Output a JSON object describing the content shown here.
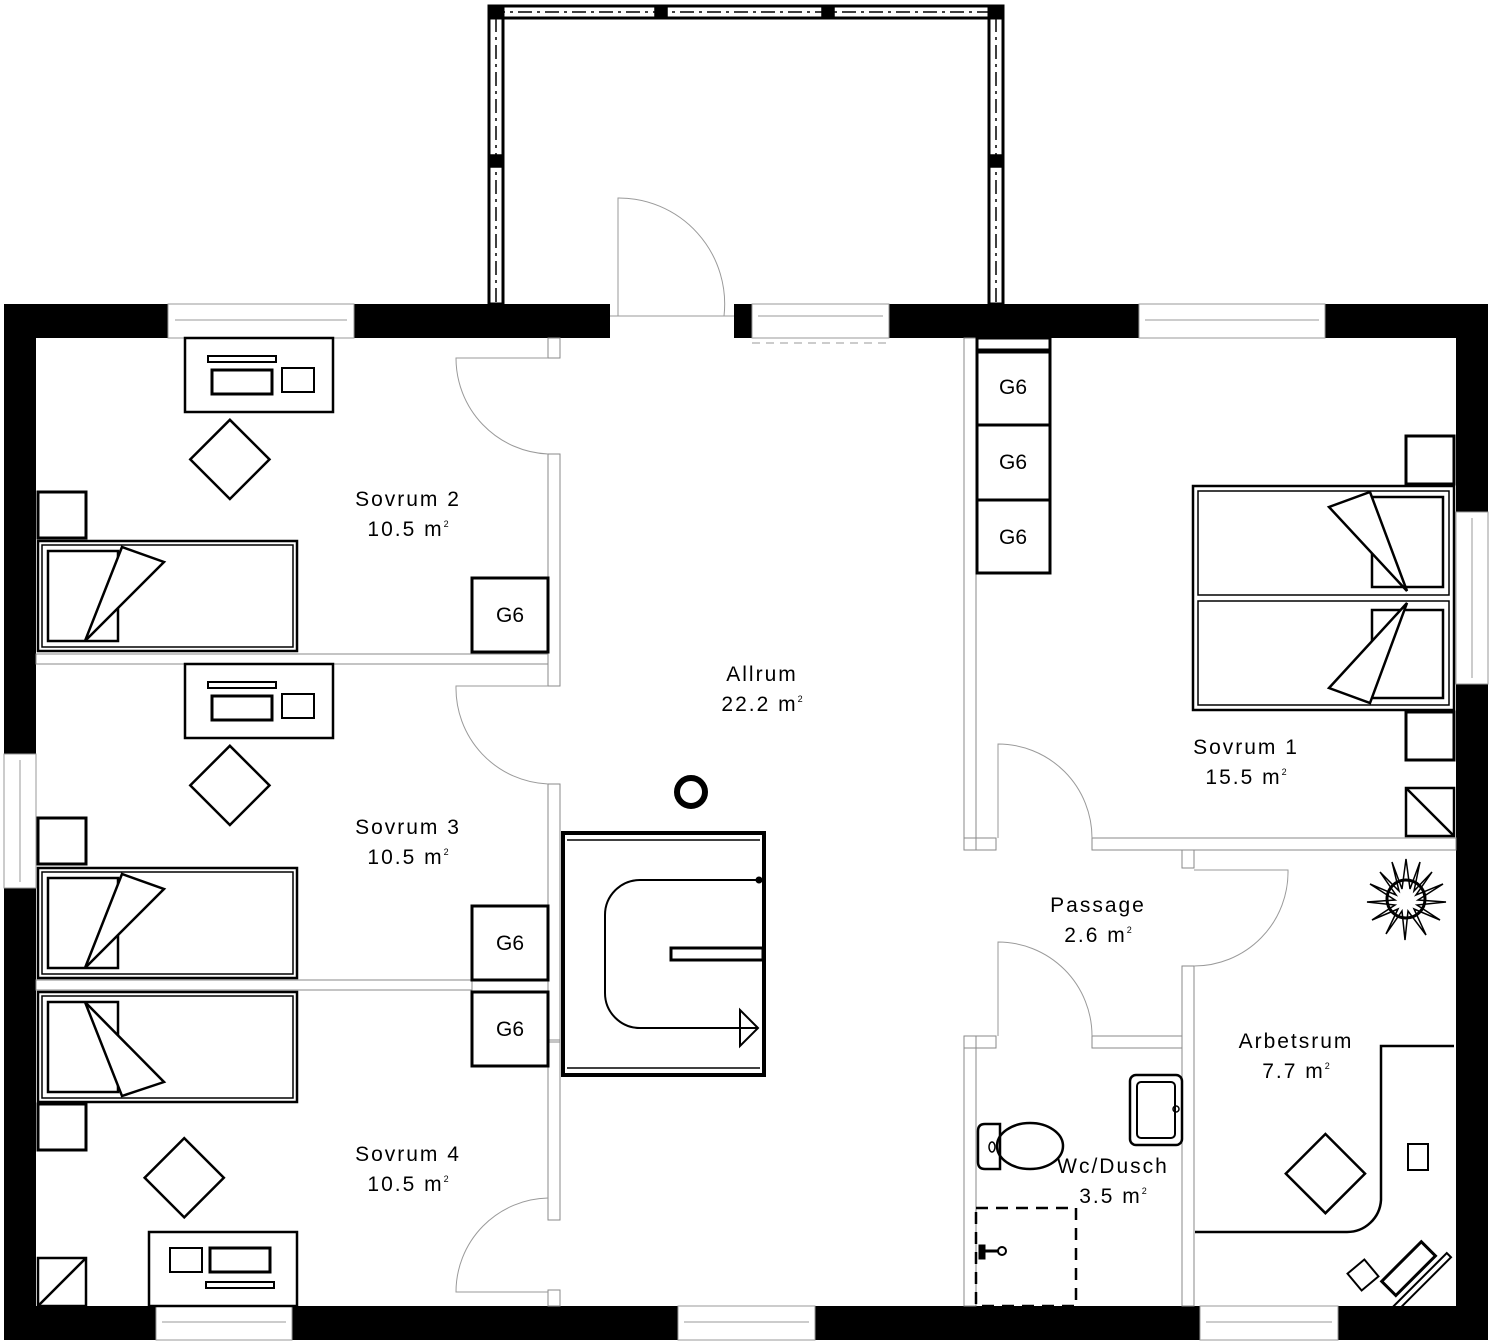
{
  "plan": {
    "colors": {
      "wall": "#000000",
      "line": "#000000",
      "thin_line": "#9a9a9a",
      "background": "#ffffff"
    },
    "unit": "m²",
    "rooms": [
      {
        "name": "Sovrum 2",
        "area": "10.5",
        "unit": "m²"
      },
      {
        "name": "Sovrum 3",
        "area": "10.5",
        "unit": "m²"
      },
      {
        "name": "Sovrum 4",
        "area": "10.5",
        "unit": "m²"
      },
      {
        "name": "Allrum",
        "area": "22.2",
        "unit": "m²"
      },
      {
        "name": "Sovrum 1",
        "area": "15.5",
        "unit": "m²"
      },
      {
        "name": "Passage",
        "area": "2.6",
        "unit": "m²"
      },
      {
        "name": "Wc/Dusch",
        "area": "3.5",
        "unit": "m²"
      },
      {
        "name": "Arbetsrum",
        "area": "7.7",
        "unit": "m²"
      }
    ],
    "wardrobes": [
      {
        "label": "G6",
        "room": "Sovrum 2"
      },
      {
        "label": "G6",
        "room": "Sovrum 3"
      },
      {
        "label": "G6",
        "room": "Sovrum 4"
      },
      {
        "label": "G6",
        "room": "Sovrum 1"
      },
      {
        "label": "G6",
        "room": "Sovrum 1"
      },
      {
        "label": "G6",
        "room": "Sovrum 1"
      }
    ],
    "symbols": [
      "desk-icon",
      "chair-icon",
      "bed-icon",
      "nightstand-icon",
      "stair-icon",
      "toilet-icon",
      "sink-icon",
      "shower-icon",
      "plant-icon",
      "door-icon",
      "window-icon",
      "pergola-icon",
      "chimney-icon"
    ]
  }
}
